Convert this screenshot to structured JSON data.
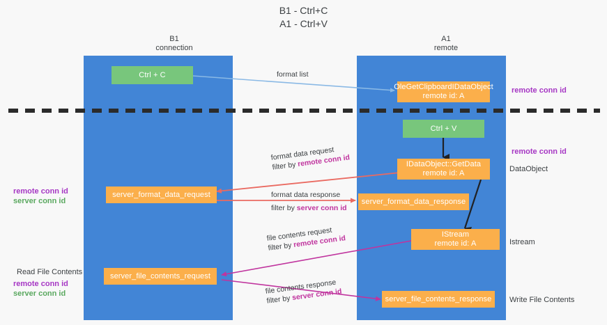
{
  "title": {
    "line1": "B1 - Ctrl+C",
    "line2": "A1 - Ctrl+V"
  },
  "columns": [
    {
      "name": "B1",
      "role": "connection"
    },
    {
      "name": "A1",
      "role": "remote"
    }
  ],
  "nodes": {
    "ctrl_c": {
      "label": "Ctrl + C"
    },
    "ctrl_v": {
      "label": "Ctrl + V"
    },
    "idataobject": {
      "line1": "OleGetClipboardIDataObject",
      "line2": "remote id: A"
    },
    "getdata": {
      "line1": "IDataObject::GetData",
      "line2": "remote id: A"
    },
    "server_format_data_request": {
      "label": "server_format_data_request"
    },
    "server_format_data_response": {
      "label": "server_format_data_response"
    },
    "istream": {
      "line1": "IStream",
      "line2": "remote id: A"
    },
    "server_file_contents_request": {
      "label": "server_file_contents_request"
    },
    "server_file_contents_response": {
      "label": "server_file_contents_response"
    }
  },
  "edges": {
    "format_list": {
      "text": "format list"
    },
    "format_data_request": {
      "line1": "format data request",
      "prefix2": "filter by ",
      "key2": "remote conn id"
    },
    "format_data_response": {
      "line1": "format data response",
      "prefix2": "filter by ",
      "key2": "server conn id"
    },
    "file_contents_request": {
      "line1": "file contents request",
      "prefix2": "filter by ",
      "key2": "remote conn id"
    },
    "file_contents_response": {
      "line1": "file contents response",
      "prefix2": "filter by ",
      "key2": "server conn id"
    }
  },
  "annotations": {
    "right_remote_conn_id_top": "remote conn id",
    "right_remote_conn_id_mid": "remote conn id",
    "right_dataobject": "DataObject",
    "right_istream": "Istream",
    "right_write_file_contents": "Write File Contents",
    "left_keys_mid": {
      "purple": "remote conn id",
      "green": "server conn id"
    },
    "left_read_file_contents": "Read File Contents",
    "left_keys_bottom": {
      "purple": "remote conn id",
      "green": "server conn id"
    }
  },
  "colors": {
    "lane": "#4285d6",
    "green_node": "#78c67c",
    "orange_node": "#fbaf4b",
    "purple": "#a637c4",
    "green_text": "#5aa85f",
    "magenta": "#c0349e",
    "red_arrow": "#ea6a61",
    "blue_arrow": "#8ab9e5",
    "dark_arrow": "#202124"
  }
}
